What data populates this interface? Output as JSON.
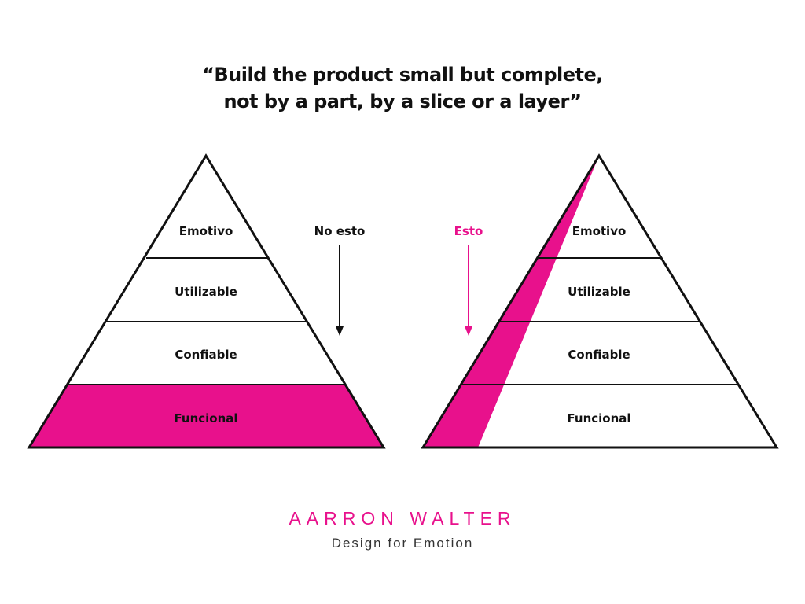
{
  "quote": {
    "line1": "“Build the product small but complete,",
    "line2": "not by a part, by a slice or a layer”"
  },
  "left_pyramid": {
    "caption": "No esto",
    "layers": [
      "Emotivo",
      "Utilizable",
      "Confiable",
      "Funcional"
    ],
    "highlighted": "bottom layer"
  },
  "right_pyramid": {
    "caption": "Esto",
    "layers": [
      "Emotivo",
      "Utilizable",
      "Confiable",
      "Funcional"
    ],
    "highlighted": "vertical slice"
  },
  "footer": {
    "author": "AARRON WALTER",
    "book": "Design for Emotion"
  },
  "colors": {
    "accent": "#e8118c",
    "stroke": "#111111",
    "caption_dark": "#111111"
  }
}
